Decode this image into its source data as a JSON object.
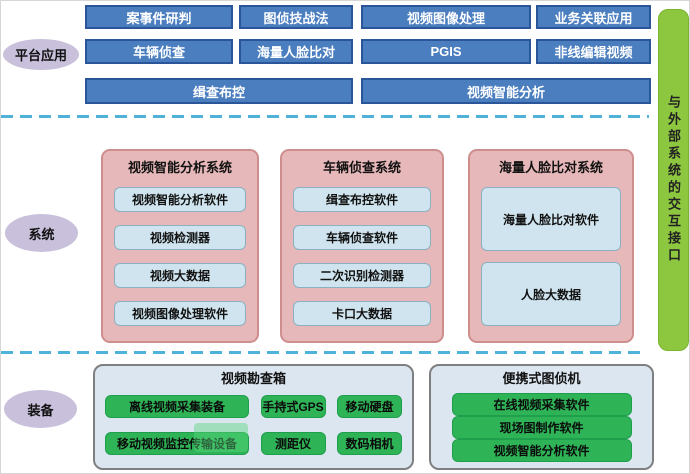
{
  "platform": {
    "label": "平台应用",
    "row1": [
      "案事件研判",
      "图侦技战法",
      "视频图像处理",
      "业务关联应用"
    ],
    "row2": [
      "车辆侦查",
      "海量人脸比对",
      "PGIS",
      "非线编辑视频"
    ],
    "row3": [
      "缉查布控",
      "视频智能分析"
    ]
  },
  "systems": {
    "label": "系统",
    "groups": [
      {
        "title": "视频智能分析系统",
        "items": [
          "视频智能分析软件",
          "视频检测器",
          "视频大数据",
          "视频图像处理软件"
        ]
      },
      {
        "title": "车辆侦查系统",
        "items": [
          "缉查布控软件",
          "车辆侦查软件",
          "二次识别检测器",
          "卡口大数据"
        ]
      },
      {
        "title": "海量人脸比对系统",
        "items": [
          "海量人脸比对软件",
          "人脸大数据"
        ]
      }
    ]
  },
  "equipment": {
    "label": "装备",
    "boxes": [
      {
        "title": "视频勘查箱",
        "items": [
          "离线视频采集装备",
          "手持式GPS",
          "移动硬盘",
          "移动视频监控传输设备",
          "测距仪",
          "数码相机"
        ]
      },
      {
        "title": "便携式图侦机",
        "items": [
          "在线视频采集软件",
          "现场图制作软件",
          "视频智能分析软件"
        ]
      }
    ]
  },
  "side_interface": {
    "label": "与外部系统的交互接口"
  },
  "colors": {
    "button_blue": "#4a7ebf",
    "button_blue_border": "#2a5699",
    "group_pink": "#e7b8b9",
    "group_pink_border": "#cf8e8e",
    "item_lightblue": "#cfe4ee",
    "item_lightblue_border": "#8ab1c2",
    "equipment_green": "#2eb457",
    "equipment_box_fill": "#dce6f1",
    "equipment_box_border": "#7f7f7f",
    "side_bar_green": "#8dc63f",
    "ellipse_lavender": "#c9c0db",
    "dashed_line_blue": "#4fb3d9"
  }
}
